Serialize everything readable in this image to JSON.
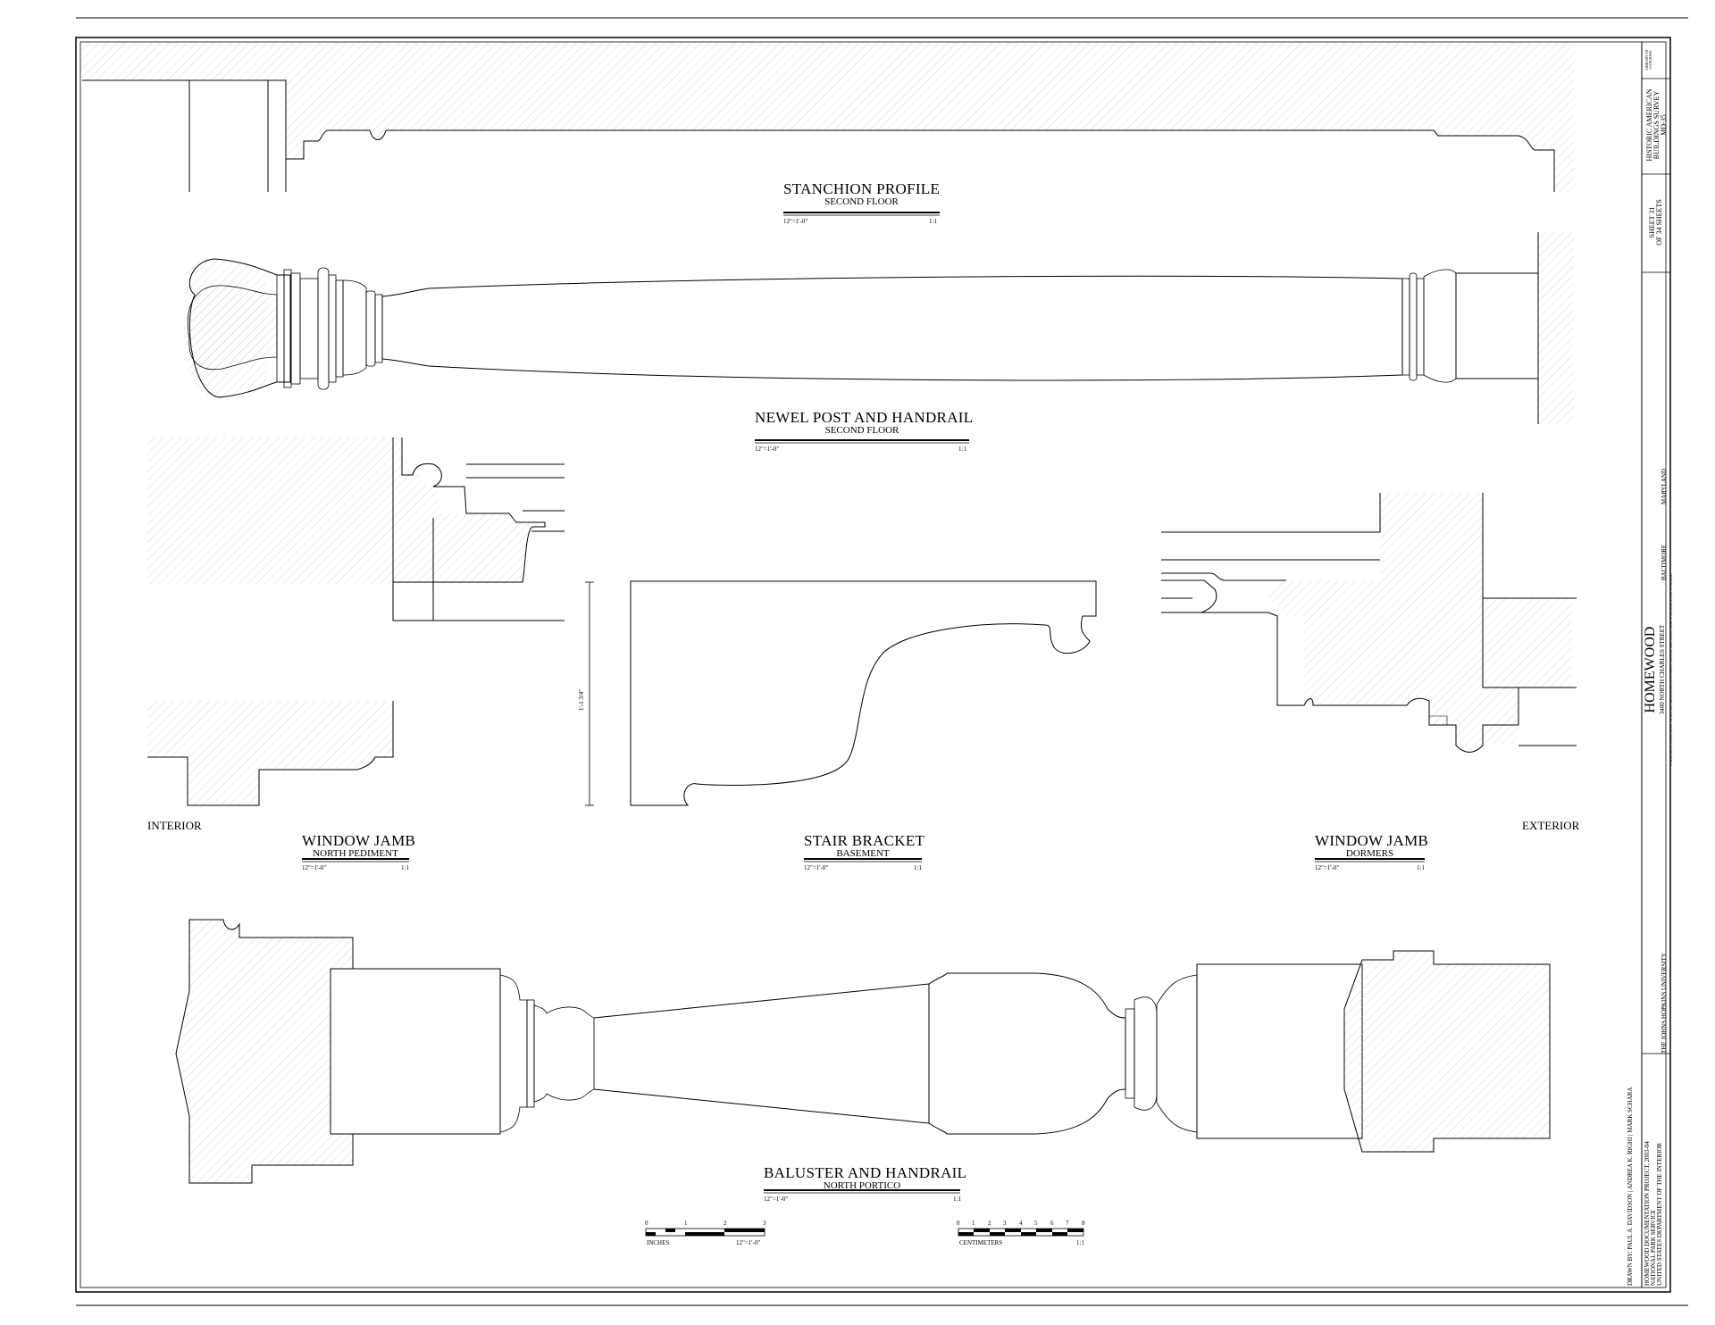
{
  "drawings": {
    "stanchion": {
      "title": "STANCHION PROFILE",
      "subtitle": "SECOND FLOOR",
      "scale_left": "12\"=1'-0\"",
      "scale_right": "1:1"
    },
    "newel": {
      "title": "NEWEL POST AND HANDRAIL",
      "subtitle": "SECOND FLOOR",
      "scale_left": "12\"=1'-0\"",
      "scale_right": "1:1"
    },
    "window_jamb_north": {
      "title": "WINDOW JAMB",
      "subtitle": "NORTH PEDIMENT",
      "scale_left": "12\"=1'-0\"",
      "scale_right": "1:1"
    },
    "stair_bracket": {
      "title": "STAIR BRACKET",
      "subtitle": "BASEMENT",
      "scale_left": "12\"=1'-0\"",
      "scale_right": "1:1",
      "dimension": "1'-1 3/4\""
    },
    "window_jamb_dormers": {
      "title": "WINDOW JAMB",
      "subtitle": "DORMERS",
      "scale_left": "12\"=1'-0\"",
      "scale_right": "1:1"
    },
    "baluster": {
      "title": "BALUSTER AND HANDRAIL",
      "subtitle": "NORTH PORTICO",
      "scale_left": "12\"=1'-0\"",
      "scale_right": "1:1"
    }
  },
  "side_labels": {
    "interior": "INTERIOR",
    "exterior": "EXTERIOR"
  },
  "scale_bars": {
    "inches": {
      "label": "INCHES",
      "ratio": "12\"=1'-0\"",
      "ticks": [
        "0",
        "1",
        "2",
        "3"
      ]
    },
    "centimeters": {
      "label": "CENTIMETERS",
      "ratio": "1:1",
      "ticks": [
        "0",
        "1",
        "2",
        "3",
        "4",
        "5",
        "6",
        "7",
        "8"
      ]
    }
  },
  "title_block": {
    "library": "LIBRARY OF CONGRESS",
    "survey": [
      "HISTORIC AMERICAN",
      "BUILDINGS SURVEY",
      "MD-35"
    ],
    "sheet": [
      "SHEET 31",
      "OF 34 SHEETS"
    ],
    "building_name": "HOMEWOOD",
    "address": "3400 NORTH CHARLES STREET",
    "owner": "THE JOHNS HOPKINS UNIVERSITY",
    "city": "BALTIMORE",
    "state": "MARYLAND",
    "reproduction_note": "IF REPRODUCED, PLEASE CREDIT THE HISTORIC AMERICAN BUILDINGS SURVEY, NATIONAL PARK SERVICE, NAME OF DELINEATOR, DATE OF DRAWING",
    "drawn_by": "DRAWN BY: PAUL A. DAVIDSON | ANDREA K. RIGHI | MARK SCHARA",
    "project": "HOMEWOOD DOCUMENTATION PROJECT, 2003-04",
    "agency": "NATIONAL PARK SERVICE",
    "department": "UNITED STATES DEPARTMENT OF THE INTERIOR"
  }
}
